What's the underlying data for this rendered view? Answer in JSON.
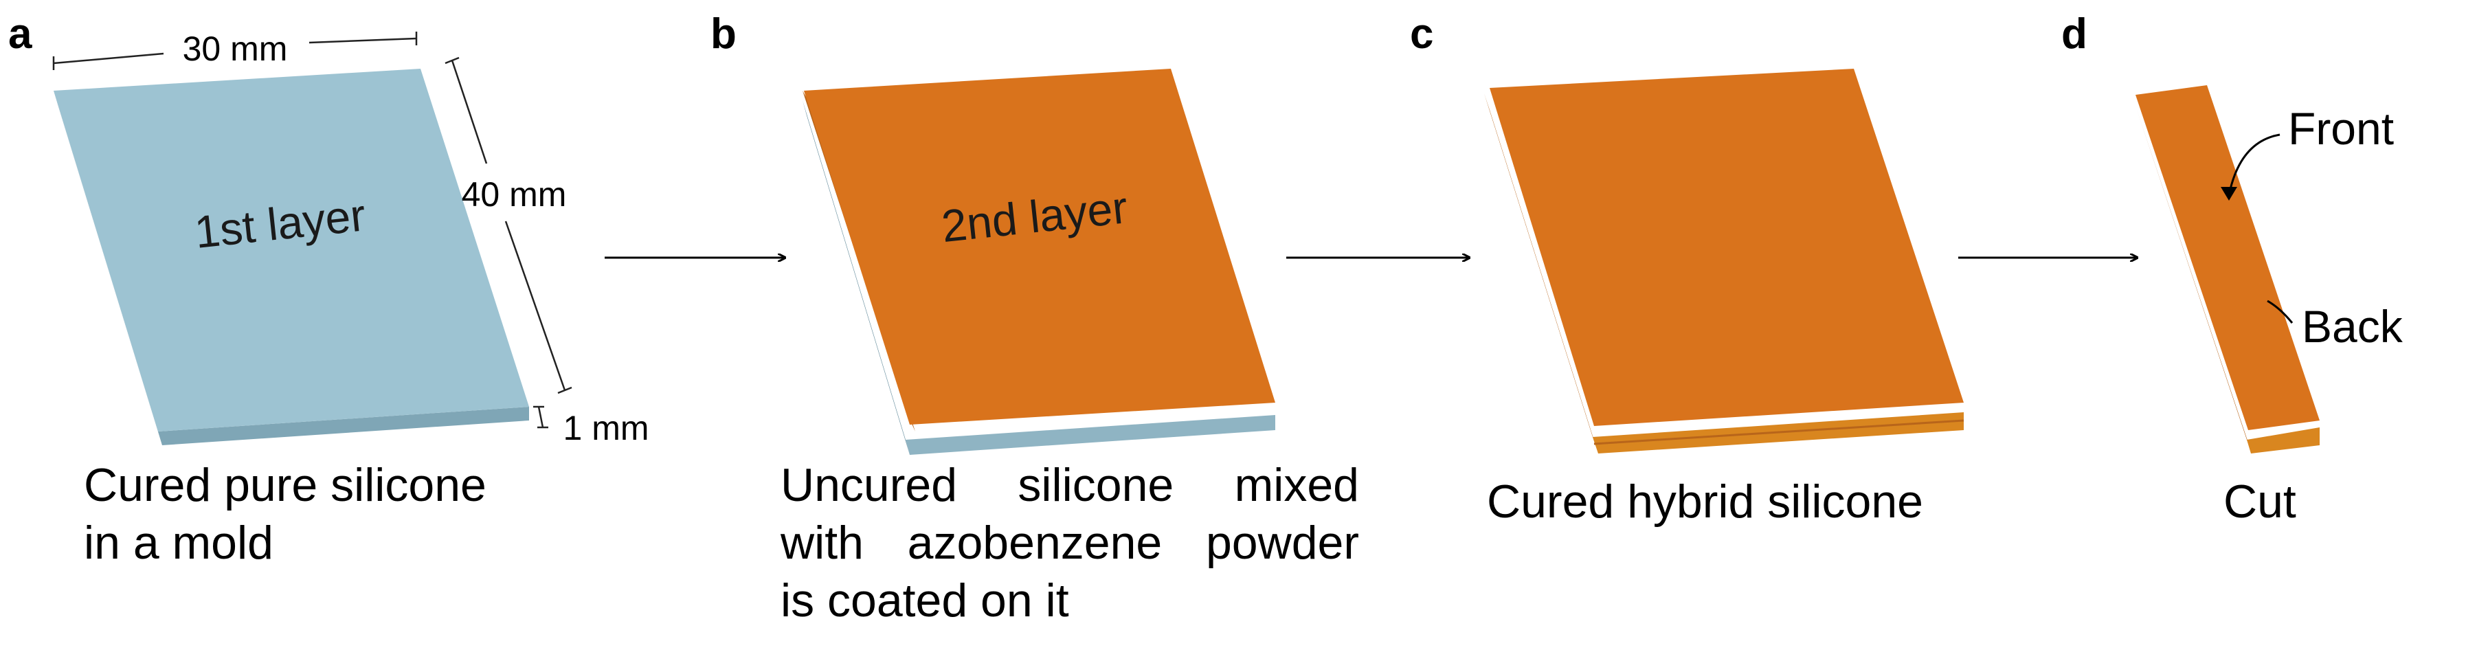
{
  "panels": {
    "a": {
      "letter": "a",
      "layer_label": "1st layer",
      "width_label": "30 mm",
      "length_label": "40 mm",
      "thickness_label": "1 mm",
      "caption": [
        "Cured pure silicone",
        "in a mold"
      ]
    },
    "b": {
      "letter": "b",
      "layer_label": "2nd layer",
      "caption": [
        "Uncured silicone mixed",
        "with azobenzene powder",
        "is coated on it"
      ]
    },
    "c": {
      "letter": "c",
      "caption": [
        "Cured hybrid silicone"
      ]
    },
    "d": {
      "letter": "d",
      "front_label": "Front",
      "back_label": "Back",
      "caption": [
        "Cut"
      ]
    }
  },
  "colors": {
    "silicone_top": "#9DC3D2",
    "silicone_front": "#7FA6B6",
    "silicone_side": "#6E93A2",
    "hybrid_top": "#D9731C",
    "hybrid_front": "#D9861F",
    "hybrid_side": "#B8651A"
  }
}
